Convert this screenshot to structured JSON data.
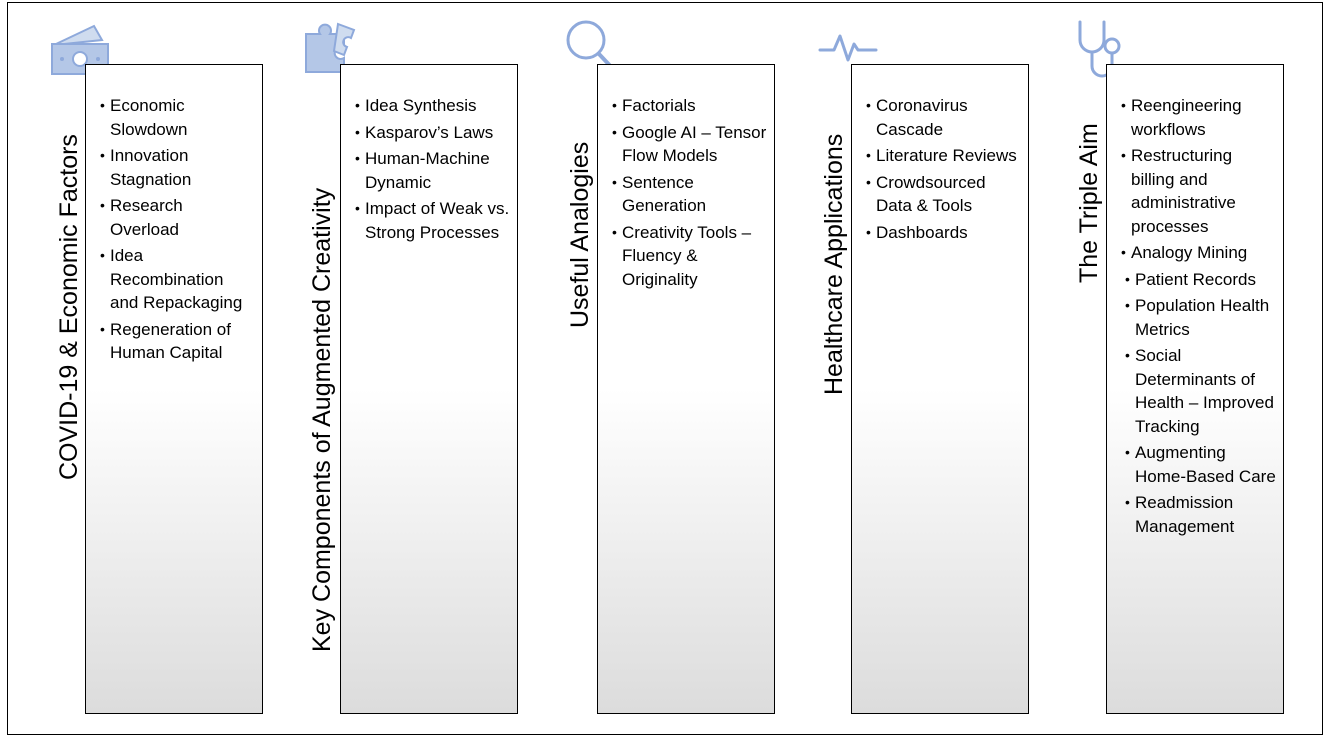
{
  "columns": [
    {
      "title": "COVID-19 & Economic Factors",
      "icon": "money-icon",
      "items": [
        {
          "text": "Economic Slowdown"
        },
        {
          "text": "Innovation Stagnation"
        },
        {
          "text": "Research Overload"
        },
        {
          "text": "Idea Recombination and Repackaging"
        },
        {
          "text": "Regeneration of Human Capital"
        }
      ]
    },
    {
      "title": "Key Components of Augmented Creativity",
      "icon": "puzzle-icon",
      "items": [
        {
          "text": "Idea Synthesis"
        },
        {
          "text": "Kasparov’s Laws"
        },
        {
          "text": "Human-Machine Dynamic"
        },
        {
          "text": "Impact of Weak vs. Strong Processes"
        }
      ]
    },
    {
      "title": "Useful Analogies",
      "icon": "magnifier-icon",
      "items": [
        {
          "text": "Factorials"
        },
        {
          "text": "Google AI – Tensor Flow Models"
        },
        {
          "text": "Sentence Generation"
        },
        {
          "text": "Creativity Tools – Fluency & Originality"
        }
      ]
    },
    {
      "title": "Healthcare Applications",
      "icon": "heartbeat-icon",
      "items": [
        {
          "text": "Coronavirus Cascade"
        },
        {
          "text": "Literature Reviews"
        },
        {
          "text": "Crowdsourced Data & Tools"
        },
        {
          "text": "Dashboards"
        }
      ]
    },
    {
      "title": "The Triple Aim",
      "icon": "stethoscope-icon",
      "items": [
        {
          "text": "Reengineering workflows"
        },
        {
          "text": "Restructuring billing and administrative processes"
        },
        {
          "text": "Analogy Mining"
        },
        {
          "text": "Patient Records",
          "sub": true
        },
        {
          "text": "Population Health Metrics",
          "sub": true
        },
        {
          "text": "Social Determinants of Health – Improved Tracking",
          "sub": true
        },
        {
          "text": "Augmenting Home-Based Care",
          "sub": true
        },
        {
          "text": "Readmission Management",
          "sub": true
        }
      ]
    }
  ],
  "colors": {
    "icon": "#8ea9db",
    "border": "#000000",
    "gradient_end": "#dcdcdc"
  }
}
